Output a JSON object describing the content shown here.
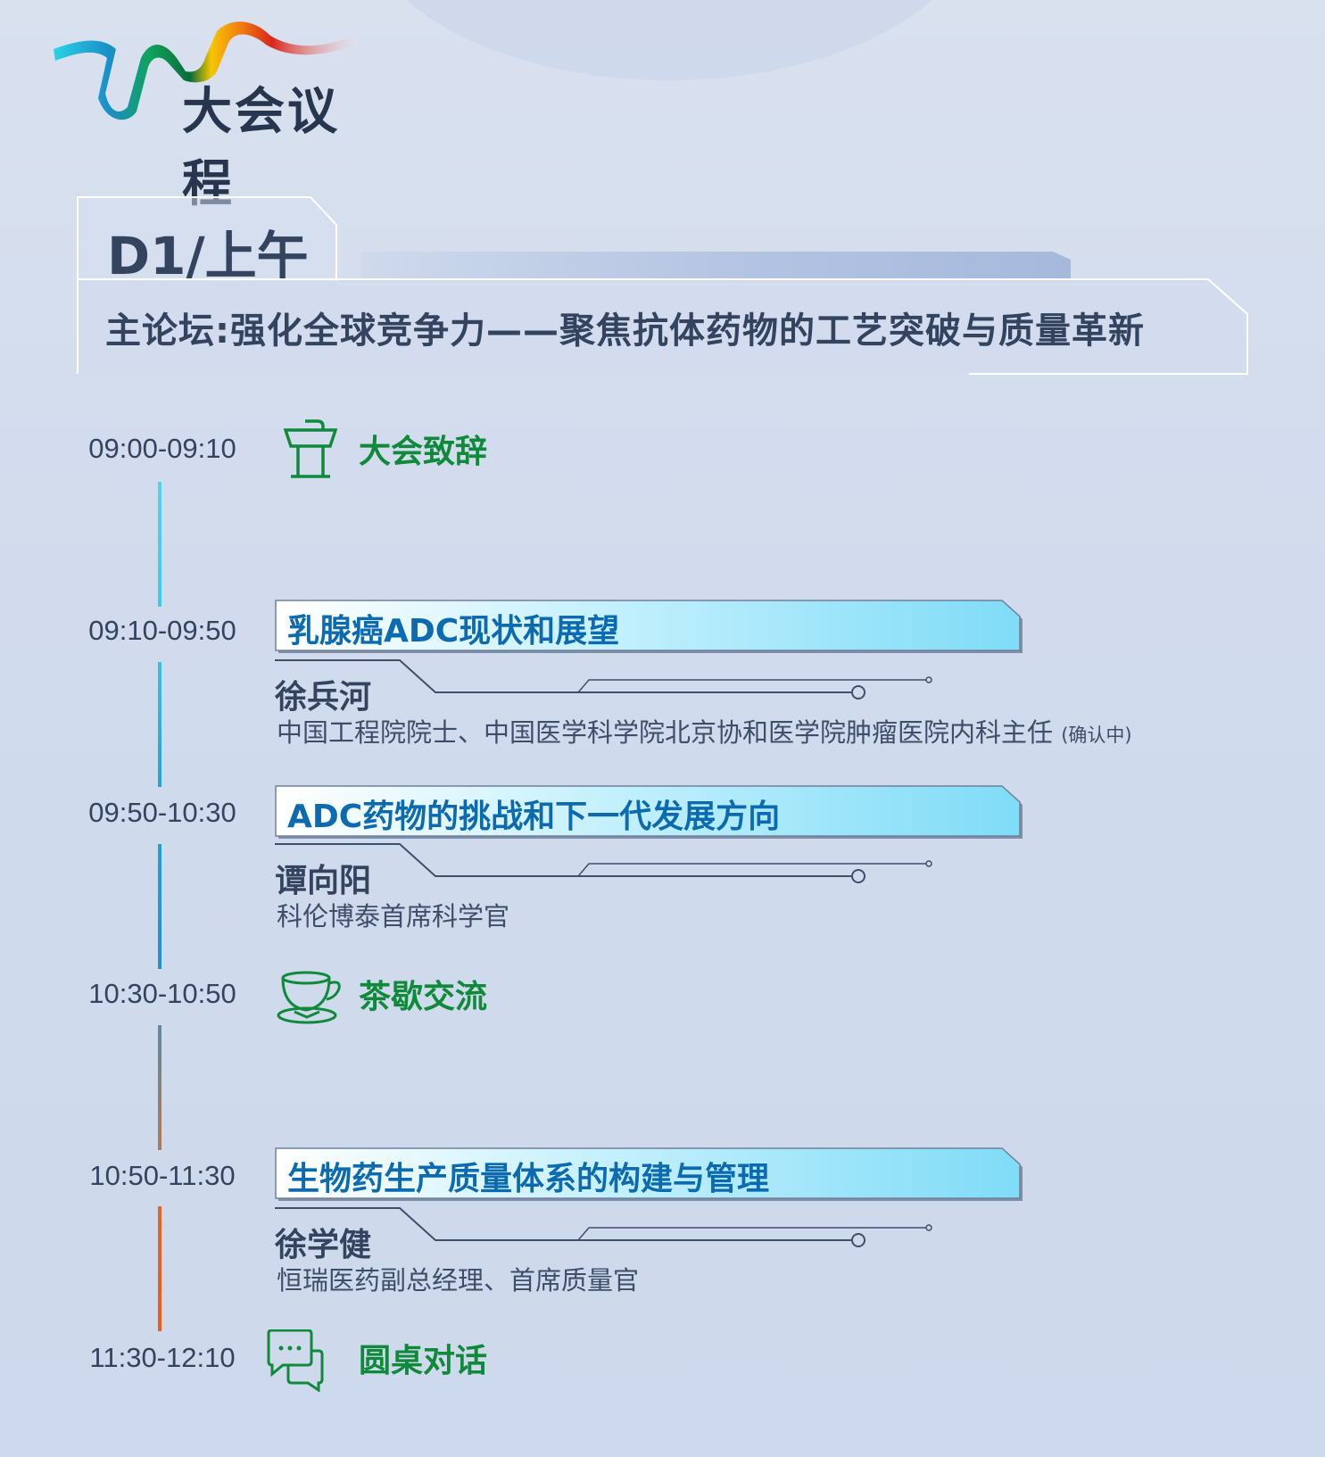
{
  "header": {
    "title": "大会议程"
  },
  "day": {
    "label": "D1/上午",
    "forum_title": "主论坛:强化全球竞争力——聚焦抗体药物的工艺突破与质量革新"
  },
  "colors": {
    "background": "#cdd9ec",
    "text_dark": "#34445f",
    "break_green": "#0e8a3a",
    "session_blue": "#0c6bb0",
    "session_gradient_start": "#ffffff",
    "session_gradient_end": "#7fdcf7"
  },
  "agenda": [
    {
      "type": "break",
      "time": "09:00-09:10",
      "icon": "podium-icon",
      "label": "大会致辞"
    },
    {
      "type": "talk",
      "time": "09:10-09:50",
      "title": "乳腺癌ADC现状和展望",
      "speaker": "徐兵河",
      "role": "中国工程院院士、中国医学科学院北京协和医学院肿瘤医院内科主任",
      "note": "(确认中)"
    },
    {
      "type": "talk",
      "time": "09:50-10:30",
      "title": "ADC药物的挑战和下一代发展方向",
      "speaker": "谭向阳",
      "role": "科伦博泰首席科学官"
    },
    {
      "type": "break",
      "time": "10:30-10:50",
      "icon": "teacup-icon",
      "label": "茶歇交流"
    },
    {
      "type": "talk",
      "time": "10:50-11:30",
      "title": "生物药生产质量体系的构建与管理",
      "speaker": "徐学健",
      "role": "恒瑞医药副总经理、首席质量官"
    },
    {
      "type": "break",
      "time": "11:30-12:10",
      "icon": "chat-bubbles-icon",
      "label": "圆桌对话"
    }
  ]
}
